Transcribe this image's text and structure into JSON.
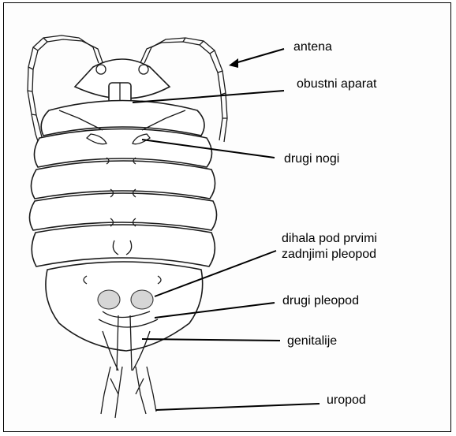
{
  "labels": {
    "antena": "antena",
    "obustni": "obustni aparat",
    "drugi_nogi": "drugi nogi",
    "dihala_line1": "dihala pod prvimi",
    "dihala_line2": "zadnjimi  pleopod",
    "drugi_pleopod": "drugi  pleopod",
    "genitalije": "genitalije",
    "uropod": "uropod"
  },
  "colors": {
    "line": "#1a1a1a",
    "frame": "#000000",
    "gill_fill": "#d6d6d6"
  }
}
